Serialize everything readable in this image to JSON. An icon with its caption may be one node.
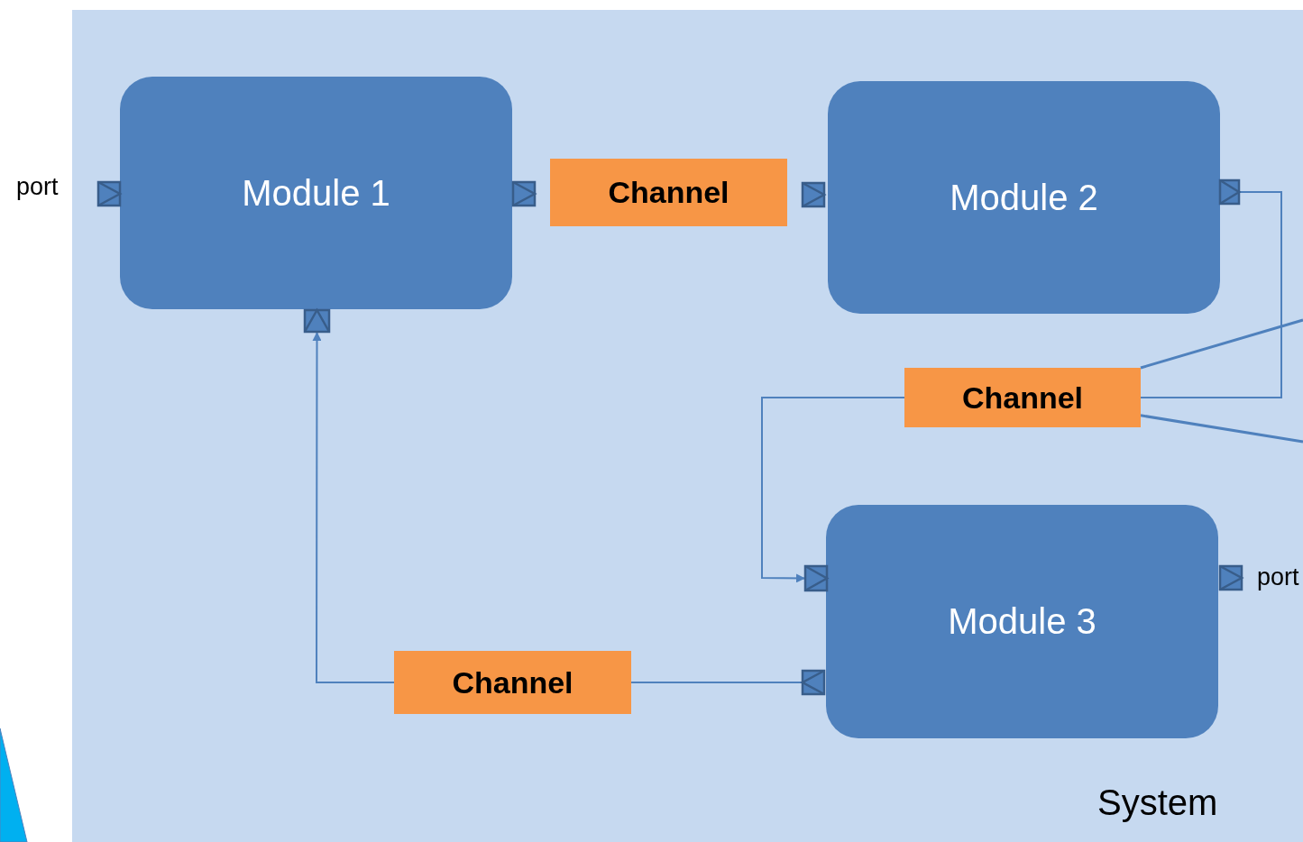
{
  "diagram": {
    "nodes": [
      {
        "text": [
          "System"
        ]
      },
      {
        "text": [
          "Module 1"
        ],
        "in": 0
      },
      {
        "text": [
          "Module 2"
        ],
        "in": 0
      },
      {
        "text": [
          "Module 3"
        ],
        "in": 0
      },
      {
        "text": [
          "Channel"
        ],
        "in": 0
      },
      {
        "text": [
          "Channel"
        ],
        "in": 0
      },
      {
        "text": [
          "Channel"
        ],
        "in": 0
      },
      {
        "text": [],
        "shape": "box",
        "in": 0,
        "beside": [
          "port"
        ]
      },
      {
        "text": [],
        "shape": "box",
        "in": 0
      },
      {
        "text": [],
        "shape": "box",
        "in": 0
      },
      {
        "text": [],
        "shape": "box",
        "in": 0
      },
      {
        "text": [],
        "shape": "box",
        "in": 0
      },
      {
        "text": [],
        "shape": "box",
        "in": 0
      },
      {
        "text": [],
        "shape": "box",
        "in": 0
      },
      {
        "text": [],
        "shape": "box",
        "in": 0,
        "beside": [
          "port"
        ]
      }
    ],
    "edges": [
      {
        "from": 11,
        "to": 5,
        "arrow": "none"
      },
      {
        "from": 5,
        "to": 12,
        "arrow": "to"
      },
      {
        "from": 13,
        "to": 6,
        "arrow": "none"
      },
      {
        "from": 6,
        "to": 9,
        "arrow": "to"
      },
      {
        "from": 5,
        "to": null,
        "arrow": "none"
      },
      {
        "from": 5,
        "to": null,
        "arrow": "none"
      }
    ]
  }
}
